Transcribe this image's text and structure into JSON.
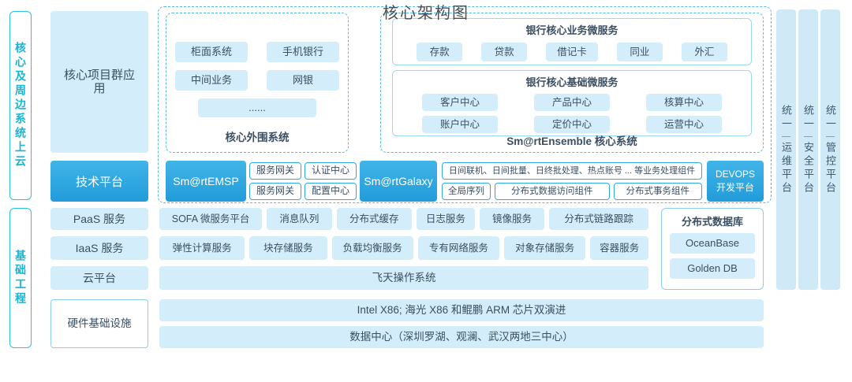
{
  "title": "核心架构图",
  "colors": {
    "accent_blue": "#2fa9e1",
    "light_blue": "#d3edfa",
    "cyan": "#17b4d4",
    "text_dark": "#3b4f63"
  },
  "left_rail": {
    "top": "核心及周边系统上云",
    "bottom": "基础工程"
  },
  "rows": {
    "app_group": "核心项目群应用",
    "tech_platform": "技术平台",
    "paas": "PaaS 服务",
    "iaas": "IaaS 服务",
    "cloud": "云平台",
    "hardware": "硬件基础设施"
  },
  "peripheral": {
    "title": "核心外围系统",
    "items": [
      "柜面系统",
      "手机银行",
      "中间业务",
      "网银",
      "......"
    ]
  },
  "ensemble": {
    "title": "Sm@rtEnsemble 核心系统",
    "business": {
      "title": "银行核心业务微服务",
      "items": [
        "存款",
        "贷款",
        "借记卡",
        "同业",
        "外汇"
      ]
    },
    "base": {
      "title": "银行核心基础微服务",
      "items": [
        "客户中心",
        "产品中心",
        "核算中心",
        "账户中心",
        "定价中心",
        "运营中心"
      ]
    }
  },
  "tech": {
    "emsp": {
      "label": "Sm@rtEMSP",
      "items": [
        "服务网关",
        "认证中心",
        "服务网关",
        "配置中心"
      ]
    },
    "galaxy": {
      "label": "Sm@rtGalaxy",
      "wide": "日间联机、日间批量、日终批处理、热点账号 ... 等业务处理组件",
      "items": [
        "全局序列",
        "分布式数据访问组件",
        "分布式事务组件"
      ]
    },
    "devops": {
      "line1": "DEVOPS",
      "line2": "开发平台"
    }
  },
  "paas_items": [
    "SOFA 微服务平台",
    "消息队列",
    "分布式缓存",
    "日志服务",
    "镜像服务",
    "分布式链路跟踪"
  ],
  "iaas_items": [
    "弹性计算服务",
    "块存储服务",
    "负载均衡服务",
    "专有网络服务",
    "对象存储服务",
    "容器服务"
  ],
  "cloud_os": "飞天操作系统",
  "database": {
    "title": "分布式数据库",
    "items": [
      "OceanBase",
      "Golden DB"
    ]
  },
  "infra": {
    "chips": "Intel X86; 海光 X86 和鲲鹏 ARM 芯片双演进",
    "datacenter": "数据中心（深圳罗湖、观澜、武汉两地三中心）"
  },
  "right_rails": [
    {
      "prefix": "统一",
      "name": "运维平台"
    },
    {
      "prefix": "统一",
      "name": "安全平台"
    },
    {
      "prefix": "统一",
      "name": "管控平台"
    }
  ]
}
